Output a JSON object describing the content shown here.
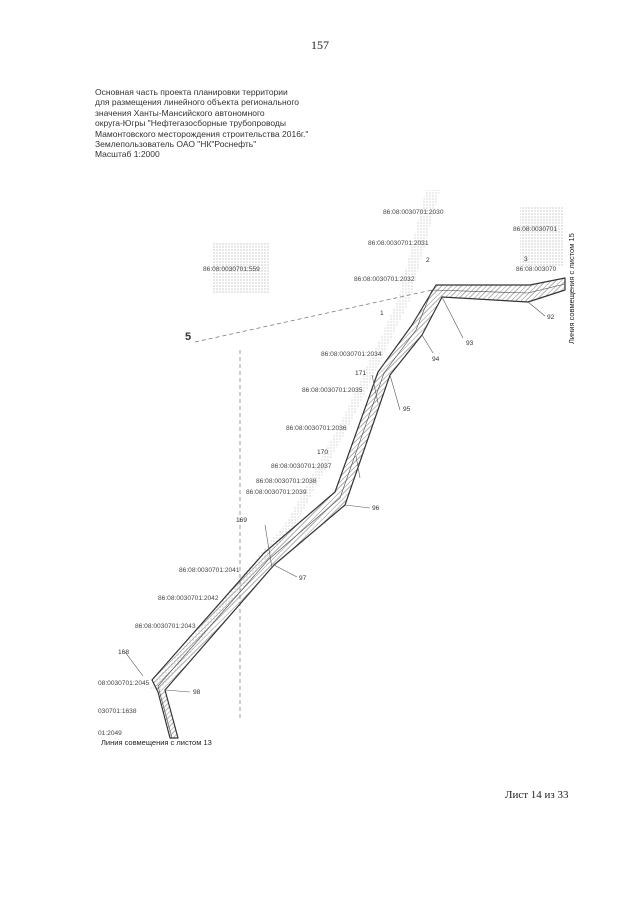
{
  "page_number": "157",
  "header": {
    "lines": [
      "Основная часть проекта планировки территории",
      "для размещения линейного объекта регионального",
      "значения Ханты-Мансийского автономного",
      "округа-Югры \"Нефтегазосборные трубопроводы",
      "Мамонтовского месторождения строительства 2016г.\"",
      "Землепользователь ОАО \"НК\"Роснефть\"",
      "Масштаб 1:2000"
    ]
  },
  "map": {
    "parcels": [
      "86:08:0030701:2030",
      "86:08:0030701:2031",
      "86:08:0030701:2032",
      "86:08:0030701:559",
      "86:08:0030701",
      "86:08:003070",
      "86:08:0030701:2034",
      "86:08:0030701:2035",
      "86:08:0030701:2036",
      "86:08:0030701:2037",
      "86:08:0030701:2038",
      "86:08:0030701:2039",
      "86:08:0030701:2041",
      "86:08:0030701:2042",
      "86:08:0030701:2043",
      "08:0030701:2045",
      "030701:1638",
      "01:2049"
    ],
    "points": [
      "2",
      "3",
      "1",
      "92",
      "93",
      "94",
      "95",
      "96",
      "97",
      "98",
      "171",
      "170",
      "169",
      "168"
    ],
    "section_mark": "5",
    "match_line_right": "Линия совмещения с листом 15",
    "match_line_bottom": "Линия совмещения с листом 13"
  },
  "sheet_label": "Лист 14 из 33"
}
